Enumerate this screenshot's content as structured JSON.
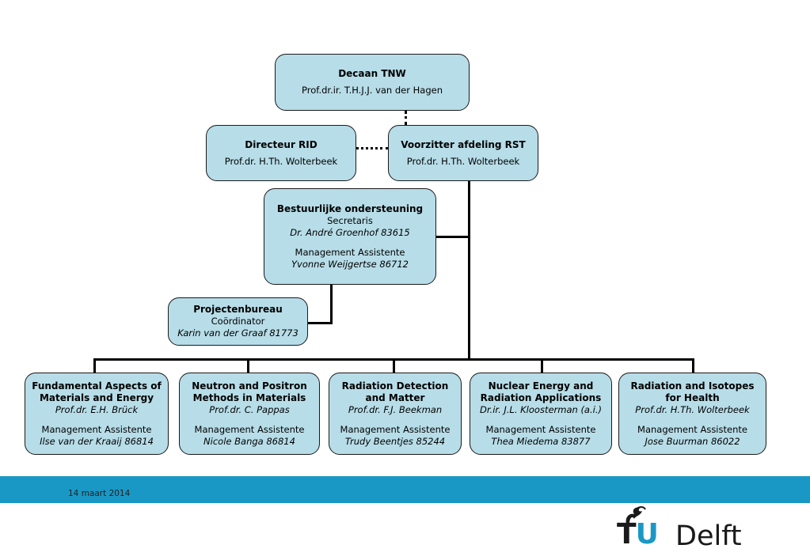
{
  "dean": {
    "title": "Decaan TNW",
    "name": "Prof.dr.ir. T.H.J.J. van der Hagen"
  },
  "rid": {
    "title": "Directeur RID",
    "name": "Prof.dr. H.Th. Wolterbeek"
  },
  "chair": {
    "title": "Voorzitter afdeling RST",
    "name": "Prof.dr. H.Th. Wolterbeek"
  },
  "support": {
    "title": "Bestuurlijke ondersteuning",
    "role1": "Secretaris",
    "person1": "Dr. André Groenhof 83615",
    "role2": "Management Assistente",
    "person2": "Yvonne Weijgertse 86712"
  },
  "projects": {
    "title": "Projectenbureau",
    "role": "Coördinator",
    "person": "Karin van der Graaf 81773"
  },
  "sections": [
    {
      "title": "Fundamental Aspects of Materials and Energy",
      "head": "Prof.dr. E.H. Brück",
      "role": "Management Assistente",
      "assistant": "Ilse van der Kraaij 86814"
    },
    {
      "title": "Neutron and Positron Methods in Materials",
      "head": "Prof.dr. C. Pappas",
      "role": "Management Assistente",
      "assistant": "Nicole Banga 86814"
    },
    {
      "title": "Radiation Detection and Matter",
      "head": "Prof.dr. F.J. Beekman",
      "role": "Management Assistente",
      "assistant": "Trudy Beentjes 85244"
    },
    {
      "title": "Nuclear Energy and Radiation Applications",
      "head": "Dr.ir. J.L. Kloosterman (a.i.)",
      "role": "Management Assistente",
      "assistant": "Thea Miedema 83877"
    },
    {
      "title": "Radiation and Isotopes for Health",
      "head": "Prof.dr. H.Th. Wolterbeek",
      "role": "Management Assistente",
      "assistant": "Jose Buurman 86022"
    }
  ],
  "footer": {
    "date": "14 maart 2014",
    "logo_t": "T",
    "logo_u": "U",
    "logo_delft": "Delft",
    "band_color": "#1a98c5",
    "box_color": "#b7dde8"
  }
}
